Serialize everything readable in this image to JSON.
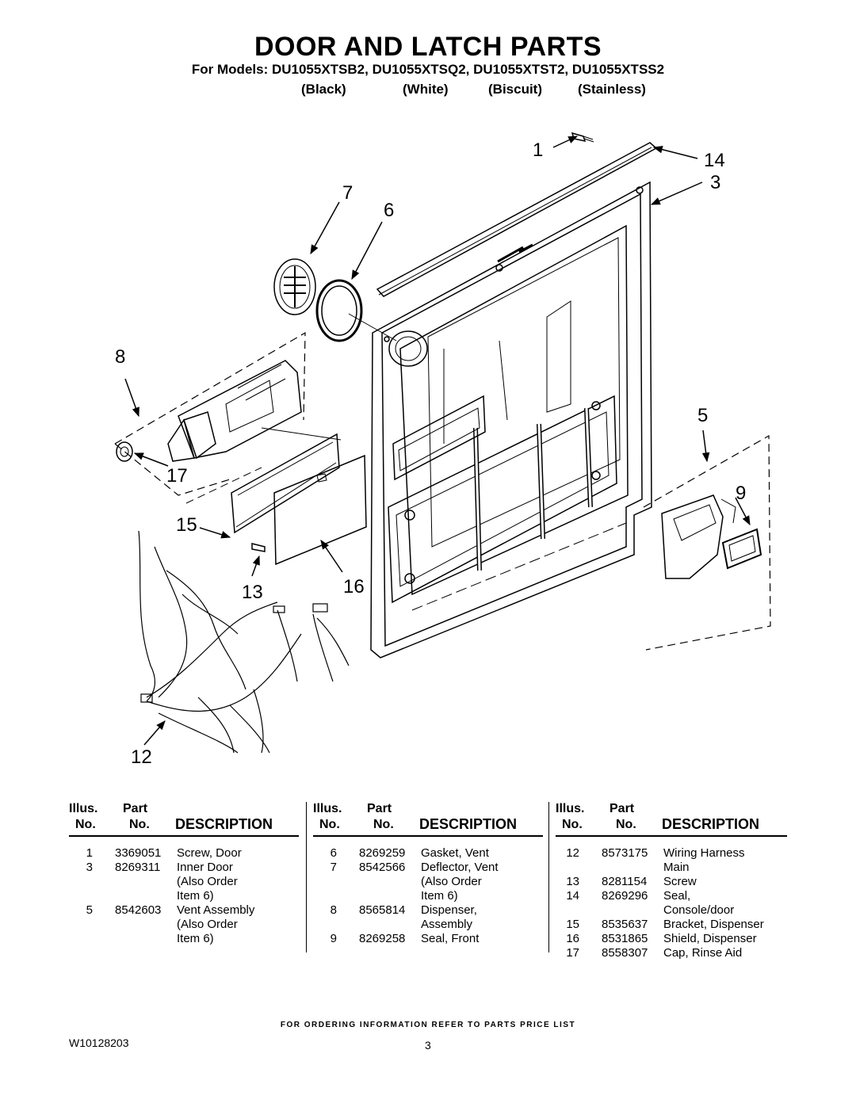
{
  "title": "DOOR AND LATCH PARTS",
  "models": "For Models: DU1055XTSB2, DU1055XTSQ2, DU1055XTST2, DU1055XTSS2",
  "colors": [
    "(Black)",
    "(White)",
    "(Biscuit)",
    "(Stainless)"
  ],
  "callouts": [
    "1",
    "14",
    "3",
    "7",
    "6",
    "8",
    "5",
    "9",
    "17",
    "15",
    "13",
    "16",
    "12"
  ],
  "table_headers": {
    "illus": "Illus.",
    "part": "Part",
    "no": "No.",
    "description": "DESCRIPTION"
  },
  "tables": [
    [
      {
        "illus": "1",
        "part": "3369051",
        "desc": "Screw, Door"
      },
      {
        "illus": "3",
        "part": "8269311",
        "desc": "Inner Door"
      },
      {
        "illus": "",
        "part": "",
        "desc": "(Also Order"
      },
      {
        "illus": "",
        "part": "",
        "desc": "Item 6)"
      },
      {
        "illus": "5",
        "part": "8542603",
        "desc": "Vent Assembly"
      },
      {
        "illus": "",
        "part": "",
        "desc": "(Also Order"
      },
      {
        "illus": "",
        "part": "",
        "desc": "Item 6)"
      }
    ],
    [
      {
        "illus": "6",
        "part": "8269259",
        "desc": "Gasket, Vent"
      },
      {
        "illus": "7",
        "part": "8542566",
        "desc": "Deflector, Vent"
      },
      {
        "illus": "",
        "part": "",
        "desc": "(Also Order"
      },
      {
        "illus": "",
        "part": "",
        "desc": "Item 6)"
      },
      {
        "illus": "8",
        "part": "8565814",
        "desc": "Dispenser,"
      },
      {
        "illus": "",
        "part": "",
        "desc": "Assembly"
      },
      {
        "illus": "9",
        "part": "8269258",
        "desc": "Seal, Front"
      }
    ],
    [
      {
        "illus": "12",
        "part": "8573175",
        "desc": "Wiring Harness"
      },
      {
        "illus": "",
        "part": "",
        "desc": "Main"
      },
      {
        "illus": "13",
        "part": "8281154",
        "desc": "Screw"
      },
      {
        "illus": "14",
        "part": "8269296",
        "desc": "Seal,"
      },
      {
        "illus": "",
        "part": "",
        "desc": "Console/door"
      },
      {
        "illus": "15",
        "part": "8535637",
        "desc": "Bracket, Dispenser"
      },
      {
        "illus": "16",
        "part": "8531865",
        "desc": "Shield, Dispenser"
      },
      {
        "illus": "17",
        "part": "8558307",
        "desc": "Cap, Rinse Aid"
      }
    ]
  ],
  "footer_note": "FOR ORDERING INFORMATION REFER TO PARTS PRICE LIST",
  "doc_number": "W10128203",
  "page_number": "3"
}
